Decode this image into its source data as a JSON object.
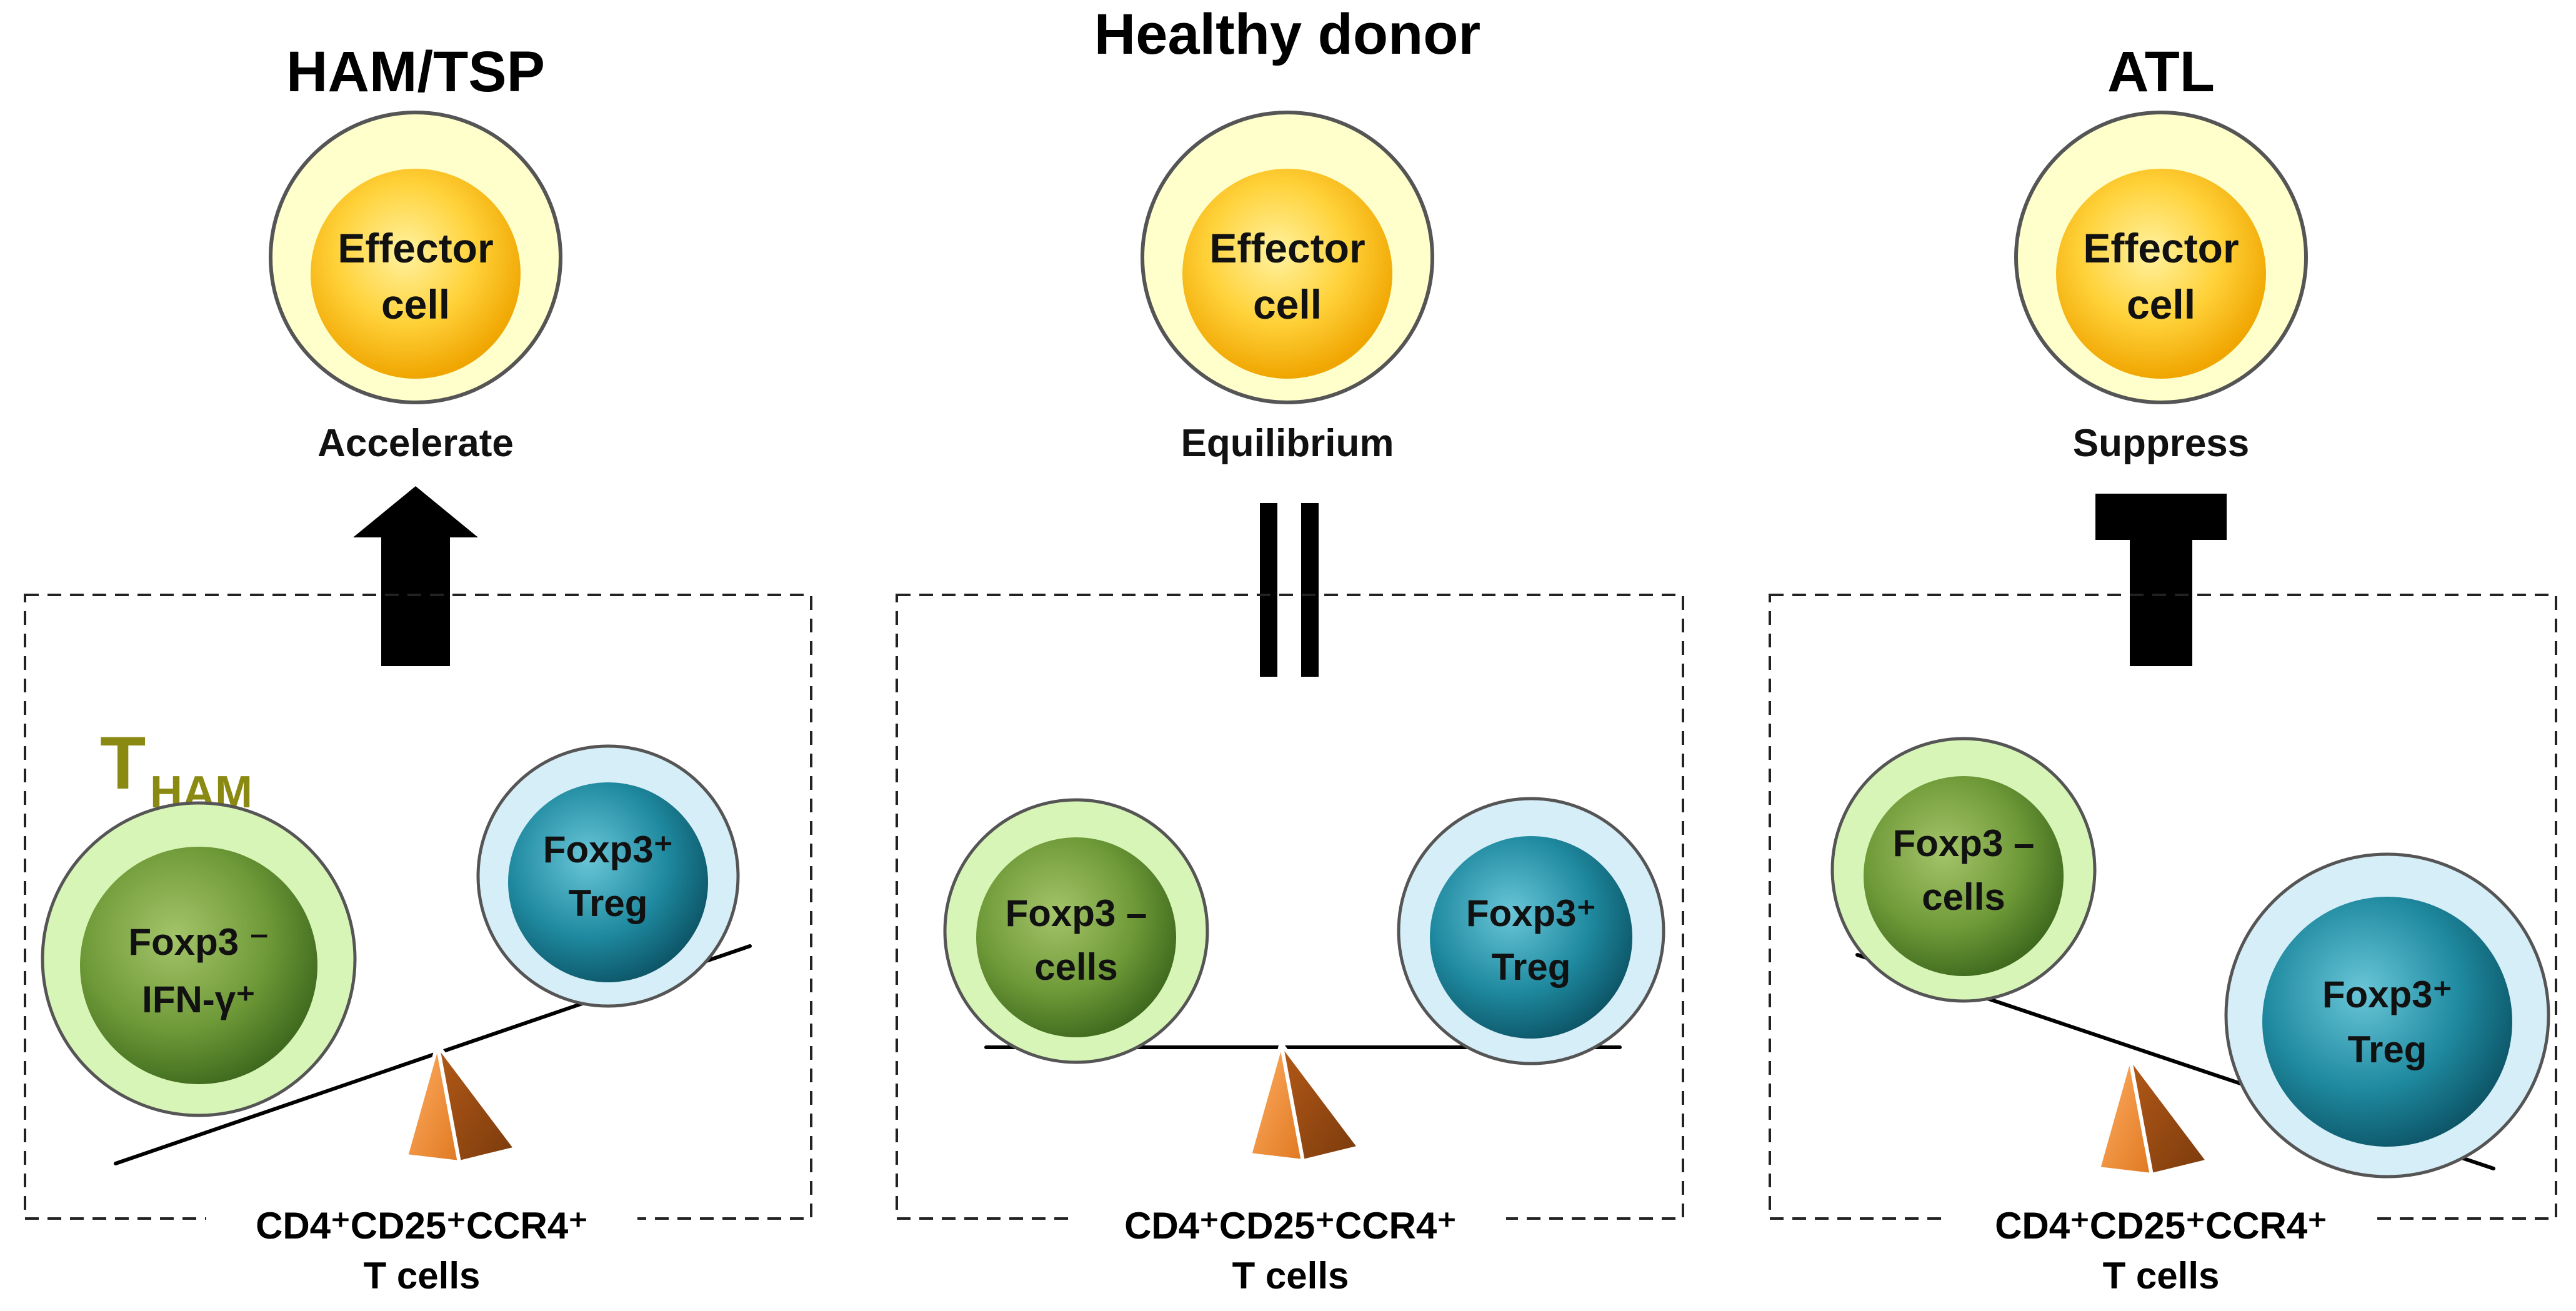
{
  "panels": [
    {
      "id": "ham",
      "title": "HAM/TSP",
      "effector": {
        "line1": "Effector",
        "line2": "cell"
      },
      "action": "Accelerate",
      "arrow": "accelerate-arrow",
      "tham": {
        "main": "T",
        "sub": "HAM"
      },
      "left_cell": {
        "line1": "Foxp3 ⁻",
        "line2": "IFN-γ⁺"
      },
      "right_cell": {
        "line1": "Foxp3⁺",
        "line2": "Treg"
      },
      "caption": {
        "line1": "CD4⁺CD25⁺CCR4⁺",
        "line2": "T cells"
      }
    },
    {
      "id": "healthy",
      "title": "Healthy donor",
      "effector": {
        "line1": "Effector",
        "line2": "cell"
      },
      "action": "Equilibrium",
      "arrow": "equilibrium-bars",
      "left_cell": {
        "line1": "Foxp3 –",
        "line2": "cells"
      },
      "right_cell": {
        "line1": "Foxp3⁺",
        "line2": "Treg"
      },
      "caption": {
        "line1": "CD4⁺CD25⁺CCR4⁺",
        "line2": "T cells"
      }
    },
    {
      "id": "atl",
      "title": "ATL",
      "effector": {
        "line1": "Effector",
        "line2": "cell"
      },
      "action": "Suppress",
      "arrow": "suppress-tbar",
      "left_cell": {
        "line1": "Foxp3 –",
        "line2": "cells"
      },
      "right_cell": {
        "line1": "Foxp3⁺",
        "line2": "Treg"
      },
      "caption": {
        "line1": "CD4⁺CD25⁺CCR4⁺",
        "line2": "T cells"
      }
    }
  ],
  "colors": {
    "effector_outer": "#ffffcc",
    "effector_inner": "#f5b400",
    "foxp3neg_outer": "#d8f5b8",
    "foxp3neg_inner": "#5e8a2c",
    "treg_outer": "#d6eef8",
    "treg_inner": "#1f8aa0",
    "fulcrum": "#e98a2e",
    "tham_text": "#8a8a12"
  }
}
